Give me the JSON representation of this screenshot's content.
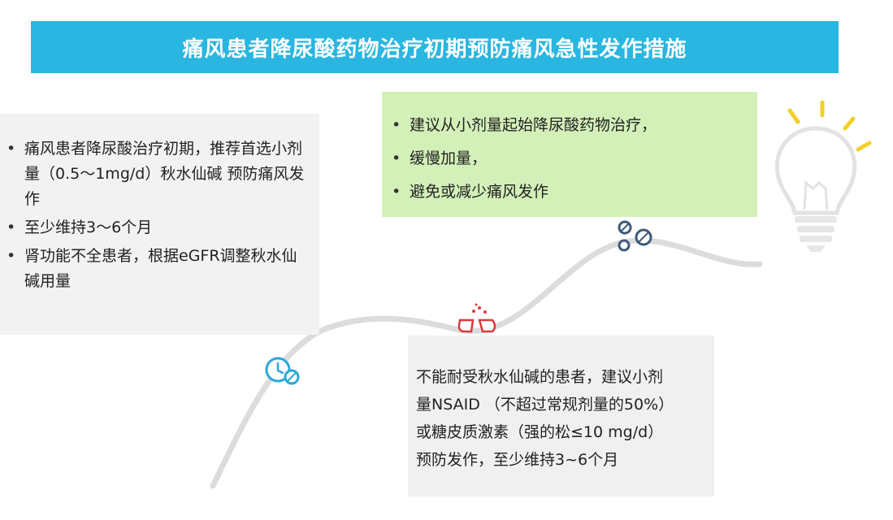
{
  "title": "痛风患者降尿酸药物治疗初期预防痛风急性发作措施",
  "left_panel": {
    "items": [
      "痛风患者降尿酸治疗初期，推荐首选小剂量（0.5～1mg/d）秋水仙碱 预防痛风发作",
      "至少维持3～6个月",
      "肾功能不全患者，根据eGFR调整秋水仙碱用量"
    ]
  },
  "green_panel": {
    "items": [
      "建议从小剂量起始降尿酸药物治疗，",
      "缓慢加量，",
      "避免或减少痛风发作"
    ]
  },
  "bottom_panel": {
    "lines": [
      "不能耐受秋水仙碱的患者，建议小剂",
      "量NSAID （不超过常规剂量的50%）",
      "或糖皮质激素（强的松≤10 mg/d）",
      "预防发作，至少维持3~6个月"
    ]
  },
  "colors": {
    "title_bg": "#29b6e0",
    "green_bg": "#d3f0b8",
    "gray_bg": "#f2f2f2",
    "road": "#dcdcdc",
    "icon_blue": "#29a7d8",
    "icon_red": "#d93a3a",
    "icon_navy": "#3d5a7a",
    "bulb_rays": "#f2cf2b"
  },
  "icons": [
    "clock-pill-icon",
    "broken-capsule-icon",
    "pills-icon",
    "light-bulb-icon"
  ]
}
